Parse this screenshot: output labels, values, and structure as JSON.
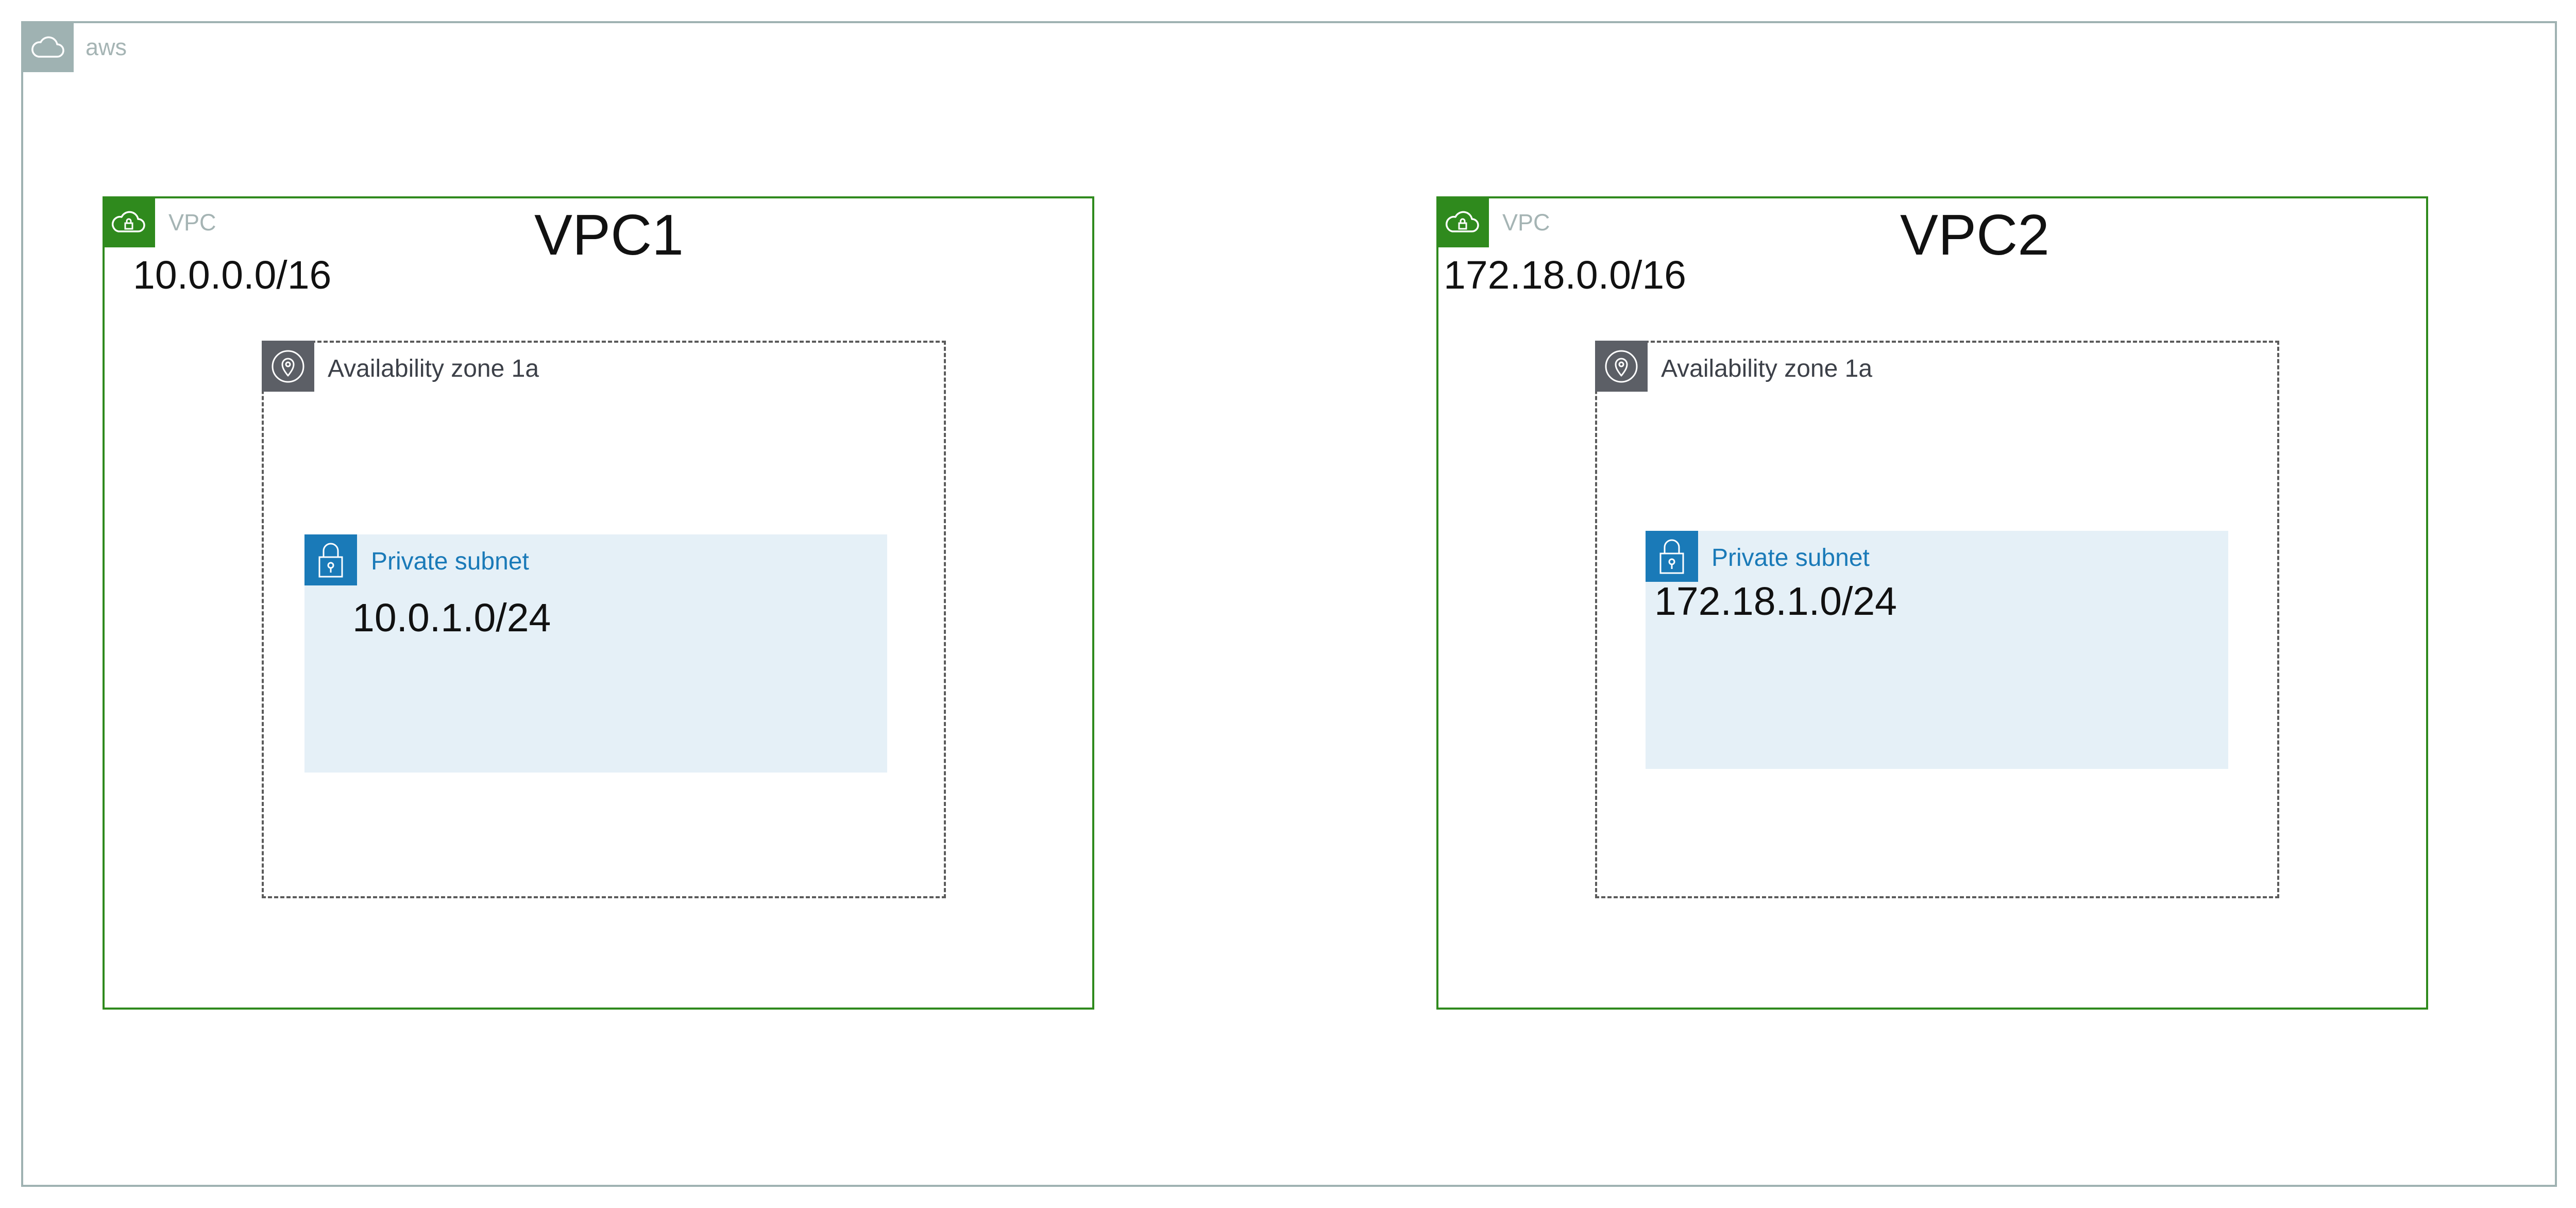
{
  "aws": {
    "label": "aws",
    "icon": "cloud-icon"
  },
  "vpcs": [
    {
      "type_label": "VPC",
      "title": "VPC1",
      "cidr": "10.0.0.0/16",
      "icon": "vpc-cloud-lock-icon",
      "az": {
        "label": "Availability zone 1a",
        "icon": "location-pin-icon",
        "subnet": {
          "label": "Private subnet",
          "cidr": "10.0.1.0/24",
          "icon": "padlock-icon"
        }
      }
    },
    {
      "type_label": "VPC",
      "title": "VPC2",
      "cidr": "172.18.0.0/16",
      "icon": "vpc-cloud-lock-icon",
      "az": {
        "label": "Availability zone 1a",
        "icon": "location-pin-icon",
        "subnet": {
          "label": "Private subnet",
          "cidr": "172.18.1.0/24",
          "icon": "padlock-icon"
        }
      }
    }
  ],
  "colors": {
    "aws_border": "#9fb2b2",
    "vpc_green": "#2f8a1d",
    "az_gray": "#5c5f66",
    "subnet_blue": "#1a7ab8",
    "subnet_fill": "#e5f0f7"
  }
}
